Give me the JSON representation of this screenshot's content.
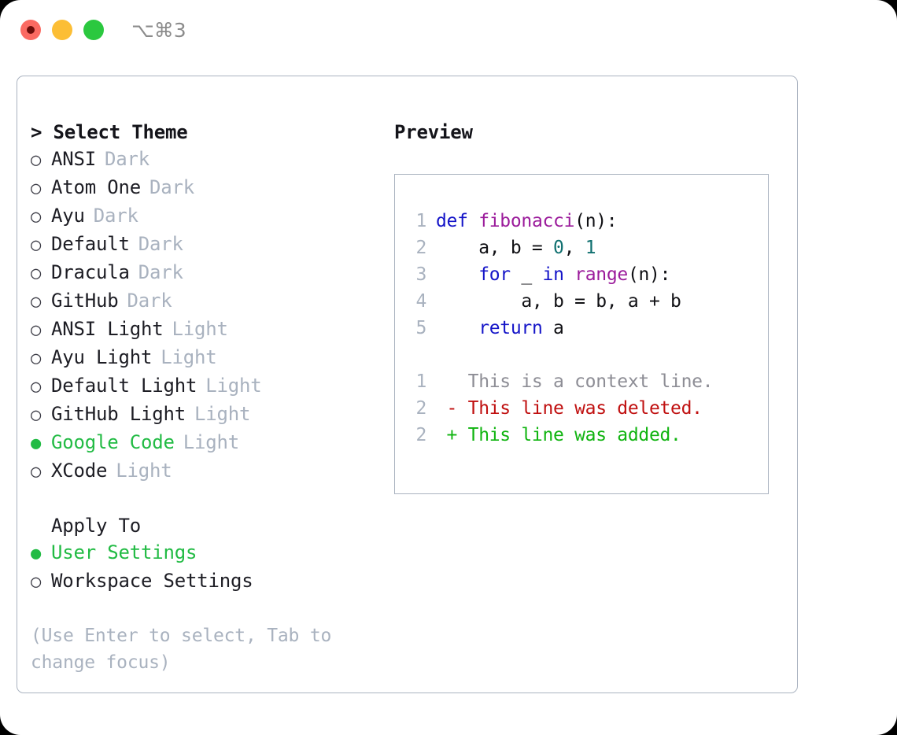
{
  "titlebar": {
    "traffic_lights": [
      "close",
      "minimize",
      "zoom"
    ],
    "shortcut": "⌥⌘3",
    "colors": {
      "red": "#fb6a62",
      "yellow": "#fcbe35",
      "green": "#2bc83f",
      "shortcut_text": "#8b8b8b"
    }
  },
  "theme_picker": {
    "heading": "> Select Theme",
    "bullet_off": "○",
    "bullet_on": "●",
    "accent_color": "#22bb44",
    "tag_color": "#a9b2bf",
    "items": [
      {
        "name": "ANSI",
        "tag": "Dark",
        "selected": false
      },
      {
        "name": "Atom One",
        "tag": "Dark",
        "selected": false
      },
      {
        "name": "Ayu",
        "tag": "Dark",
        "selected": false
      },
      {
        "name": "Default",
        "tag": "Dark",
        "selected": false
      },
      {
        "name": "Dracula",
        "tag": "Dark",
        "selected": false
      },
      {
        "name": "GitHub",
        "tag": "Dark",
        "selected": false
      },
      {
        "name": "ANSI Light",
        "tag": "Light",
        "selected": false
      },
      {
        "name": "Ayu Light",
        "tag": "Light",
        "selected": false
      },
      {
        "name": "Default Light",
        "tag": "Light",
        "selected": false
      },
      {
        "name": "GitHub Light",
        "tag": "Light",
        "selected": false
      },
      {
        "name": "Google Code",
        "tag": "Light",
        "selected": true
      },
      {
        "name": "XCode",
        "tag": "Light",
        "selected": false
      }
    ]
  },
  "apply_to": {
    "heading": "Apply To",
    "items": [
      {
        "name": "User Settings",
        "selected": true
      },
      {
        "name": "Workspace Settings",
        "selected": false
      }
    ]
  },
  "hint": "(Use Enter to select, Tab to change focus)",
  "preview": {
    "title": "Preview",
    "border_color": "#aab3c0",
    "syntax_colors": {
      "keyword": "#1414c8",
      "function": "#9b1b9b",
      "number": "#107070",
      "plain": "#101014",
      "line_number": "#a9b2bf",
      "diff_context": "#8d8d95",
      "diff_deleted": "#c01010",
      "diff_added": "#10b410"
    },
    "code_lines": [
      {
        "n": "1",
        "tokens": [
          {
            "t": "def ",
            "c": "tok-kw"
          },
          {
            "t": "fibonacci",
            "c": "tok-fn"
          },
          {
            "t": "(n):",
            "c": "tok-pln"
          }
        ]
      },
      {
        "n": "2",
        "tokens": [
          {
            "t": "    a, b = ",
            "c": "tok-pln"
          },
          {
            "t": "0",
            "c": "tok-num"
          },
          {
            "t": ", ",
            "c": "tok-pln"
          },
          {
            "t": "1",
            "c": "tok-num"
          }
        ]
      },
      {
        "n": "3",
        "tokens": [
          {
            "t": "    ",
            "c": "tok-pln"
          },
          {
            "t": "for",
            "c": "tok-kw"
          },
          {
            "t": " _ ",
            "c": "tok-pln"
          },
          {
            "t": "in",
            "c": "tok-kw"
          },
          {
            "t": " ",
            "c": "tok-pln"
          },
          {
            "t": "range",
            "c": "tok-fn"
          },
          {
            "t": "(n):",
            "c": "tok-pln"
          }
        ]
      },
      {
        "n": "4",
        "tokens": [
          {
            "t": "        a, b = b, a + b",
            "c": "tok-pln"
          }
        ]
      },
      {
        "n": "5",
        "tokens": [
          {
            "t": "    ",
            "c": "tok-pln"
          },
          {
            "t": "return",
            "c": "tok-kw"
          },
          {
            "t": " a",
            "c": "tok-pln"
          }
        ]
      }
    ],
    "diff_lines": [
      {
        "n": "1",
        "tokens": [
          {
            "t": "   This is a context line.",
            "c": "tok-ctx"
          }
        ]
      },
      {
        "n": "2",
        "tokens": [
          {
            "t": " - This line was deleted.",
            "c": "tok-del"
          }
        ]
      },
      {
        "n": "2",
        "tokens": [
          {
            "t": " + This line was added.",
            "c": "tok-add"
          }
        ]
      }
    ]
  }
}
